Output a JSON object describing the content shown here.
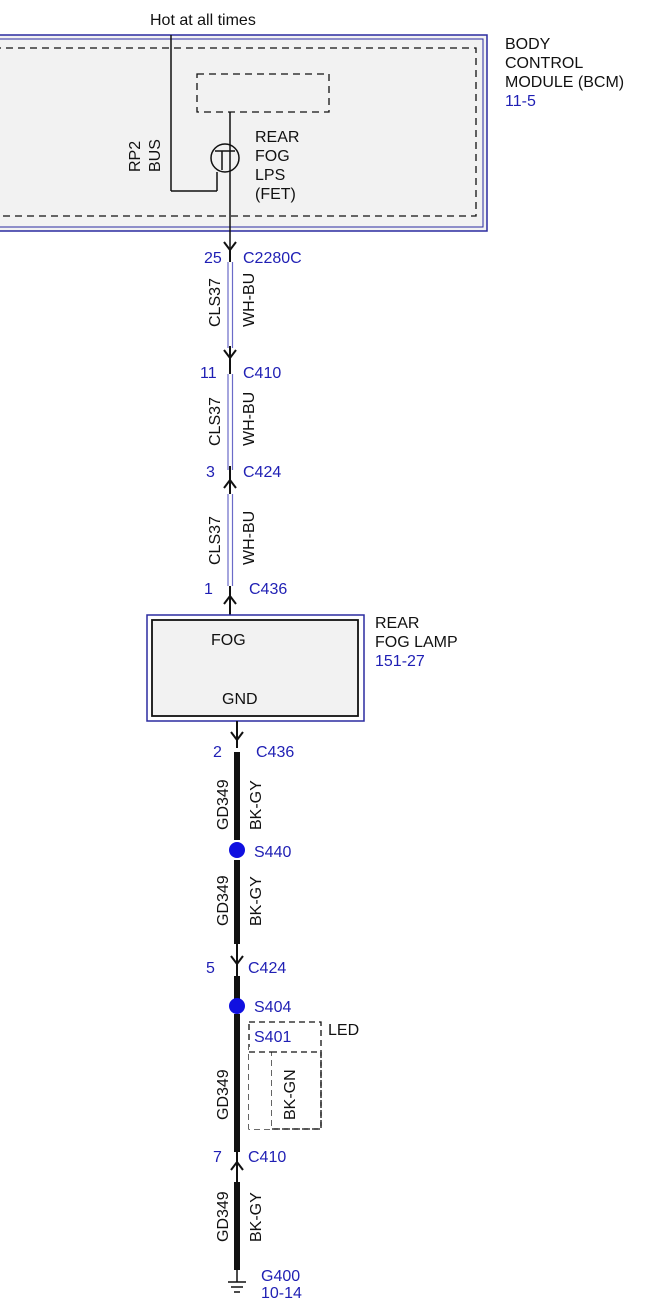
{
  "colors": {
    "ink": "#111111",
    "ref_blue": "#1f1fb4",
    "module_border": "#2b2ba0",
    "module_fill": "#f2f2f2",
    "splice": "#1010e0"
  },
  "bcm": {
    "feed_label": "Hot at all times",
    "name_lines": [
      "BODY",
      "CONTROL",
      "MODULE (BCM)"
    ],
    "ref": "11-5",
    "bus_lines": [
      "RP2",
      "BUS"
    ],
    "output_lines": [
      "REAR",
      "FOG",
      "LPS",
      "(FET)"
    ]
  },
  "upper_circuit": {
    "connectors": [
      {
        "pin": "25",
        "name": "C2280C"
      },
      {
        "pin": "11",
        "name": "C410"
      },
      {
        "pin": "3",
        "name": "C424"
      },
      {
        "pin": "1",
        "name": "C436"
      }
    ],
    "segments": [
      {
        "circuit": "CLS37",
        "color": "WH-BU"
      },
      {
        "circuit": "CLS37",
        "color": "WH-BU"
      },
      {
        "circuit": "CLS37",
        "color": "WH-BU"
      }
    ]
  },
  "lamp": {
    "name_lines": [
      "REAR",
      "FOG LAMP"
    ],
    "ref": "151-27",
    "pin_top": "FOG",
    "pin_bottom": "GND"
  },
  "lower_circuit": {
    "connectors": [
      {
        "pin": "2",
        "name": "C436"
      },
      {
        "pin": "5",
        "name": "C424"
      },
      {
        "pin": "7",
        "name": "C410"
      }
    ],
    "splices": [
      "S440",
      "S404"
    ],
    "segments": [
      {
        "circuit": "GD349",
        "color": "BK-GY"
      },
      {
        "circuit": "GD349",
        "color": "BK-GY"
      },
      {
        "circuit": "GD349",
        "color": "BK-GY"
      },
      {
        "circuit": "GD349",
        "color": "BK-GY"
      }
    ],
    "option": {
      "splice": "S401",
      "color": "BK-GN",
      "label": "LED"
    }
  },
  "ground": {
    "name": "G400",
    "ref": "10-14"
  }
}
